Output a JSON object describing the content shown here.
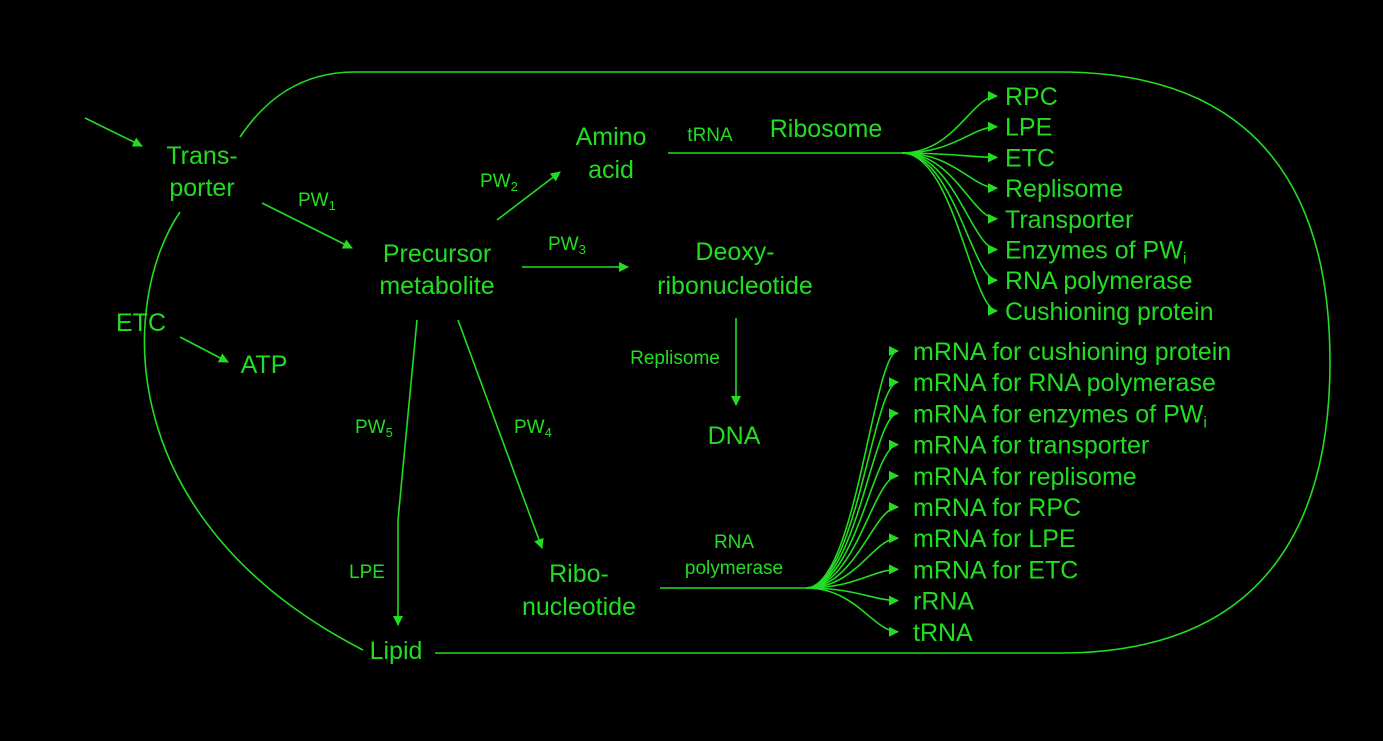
{
  "colors": {
    "background": "#000000",
    "foreground": "#22dd22"
  },
  "nodes": {
    "transporter_line1": "Trans-",
    "transporter_line2": "porter",
    "etc": "ETC",
    "atp": "ATP",
    "precursor_line1": "Precursor",
    "precursor_line2": "metabolite",
    "amino_line1": "Amino",
    "amino_line2": "acid",
    "ribosome": "Ribosome",
    "deoxy_line1": "Deoxy-",
    "deoxy_line2": "ribonucleotide",
    "dna": "DNA",
    "ribo_line1": "Ribo-",
    "ribo_line2": "nucleotide",
    "lipid": "Lipid"
  },
  "edge_labels": {
    "pw1": "PW",
    "pw1_sub": "1",
    "pw2": "PW",
    "pw2_sub": "2",
    "pw3": "PW",
    "pw3_sub": "3",
    "pw4": "PW",
    "pw4_sub": "4",
    "pw5": "PW",
    "pw5_sub": "5",
    "trna": "tRNA",
    "replisome": "Replisome",
    "lpe": "LPE",
    "rnapol_line1": "RNA",
    "rnapol_line2": "polymerase"
  },
  "proteins": [
    {
      "text": "RPC"
    },
    {
      "text": "LPE"
    },
    {
      "text": "ETC"
    },
    {
      "text": "Replisome"
    },
    {
      "text": "Transporter"
    },
    {
      "text": "Enzymes of PW",
      "sub": "i"
    },
    {
      "text": "RNA polymerase"
    },
    {
      "text": "Cushioning protein"
    }
  ],
  "rnas": [
    {
      "text": "mRNA for cushioning protein"
    },
    {
      "text": "mRNA for RNA polymerase"
    },
    {
      "text": "mRNA for enzymes of PW",
      "sub": "i"
    },
    {
      "text": "mRNA for transporter"
    },
    {
      "text": "mRNA for replisome"
    },
    {
      "text": "mRNA for RPC"
    },
    {
      "text": "mRNA for LPE"
    },
    {
      "text": "mRNA for ETC"
    },
    {
      "text": "rRNA"
    },
    {
      "text": "tRNA"
    }
  ]
}
